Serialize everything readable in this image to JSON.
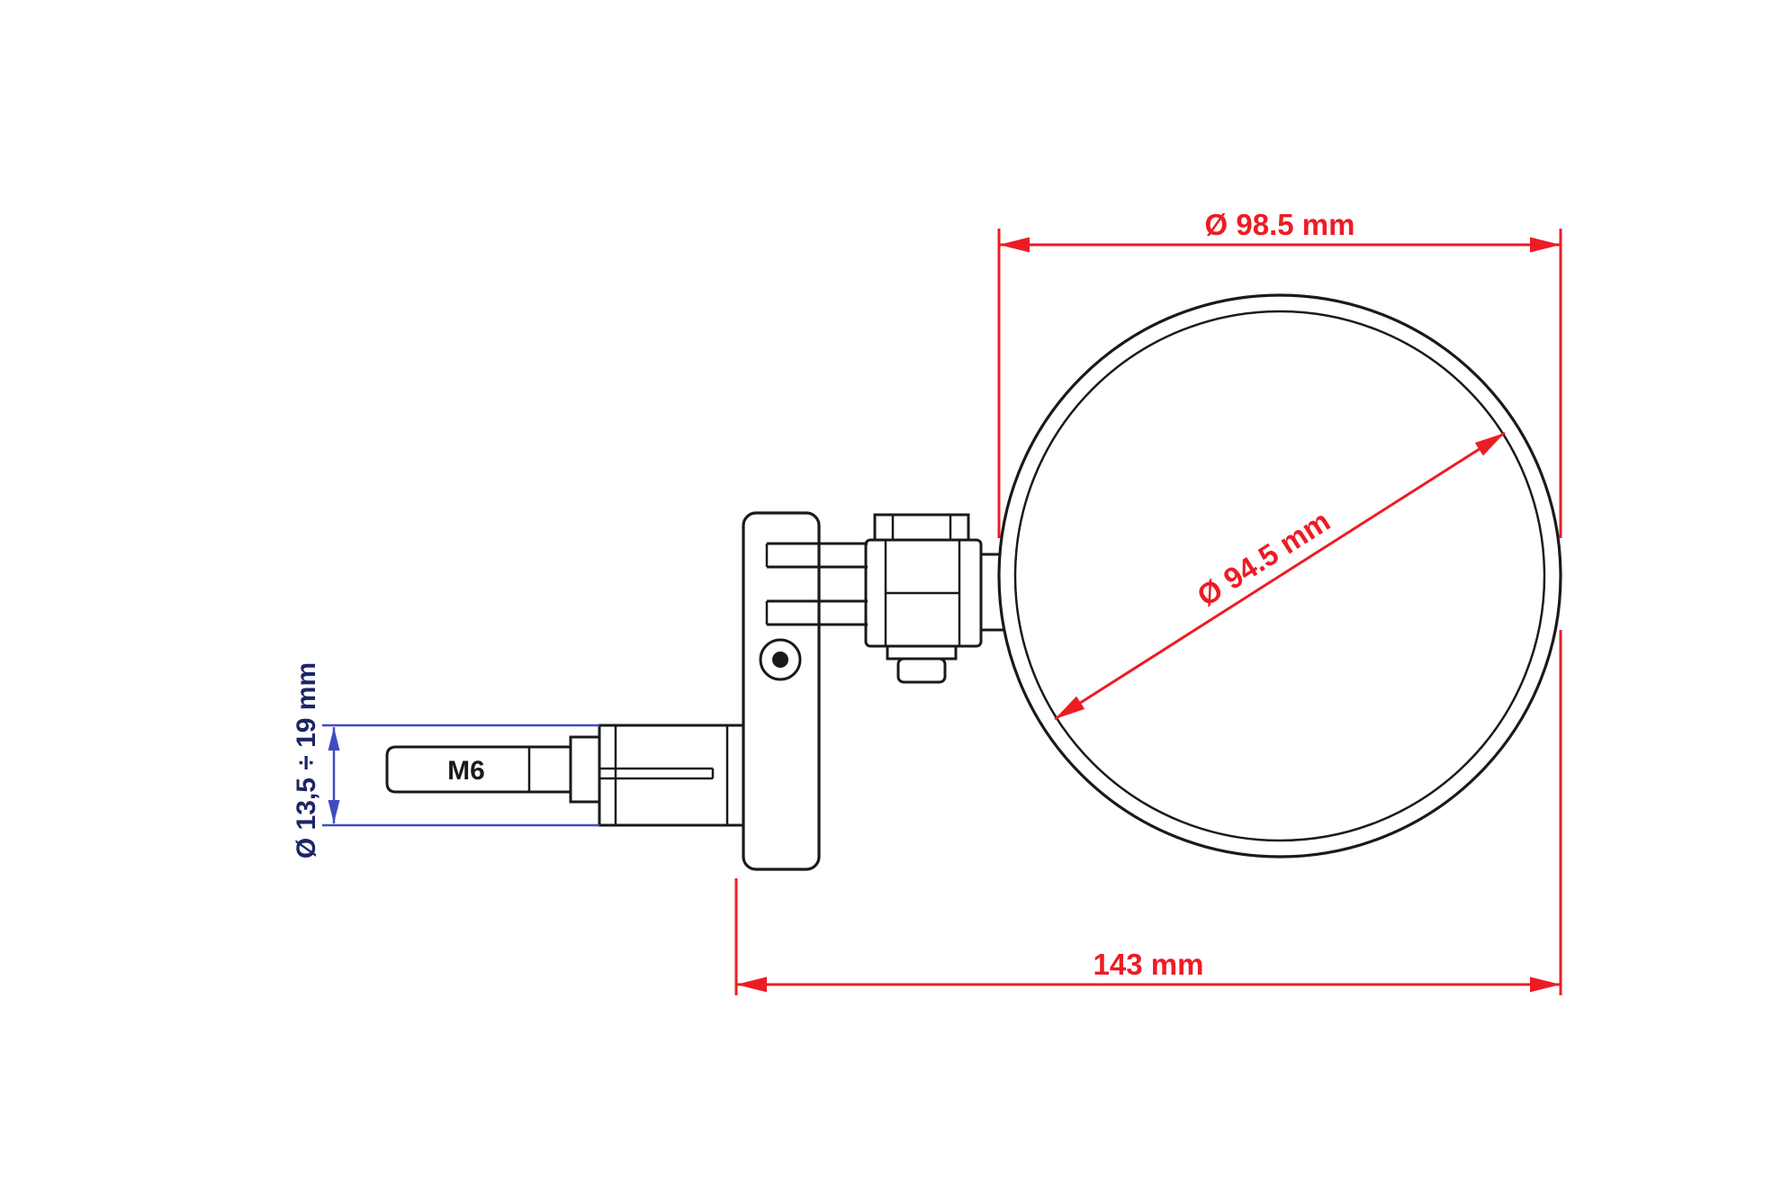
{
  "diagram": {
    "type": "technical-drawing",
    "colors": {
      "dimension_red": "#ed1c24",
      "dimension_blue": "#3f4cc0",
      "blue_text": "#1c2566",
      "line_black": "#1a1a1a",
      "background": "#ffffff"
    },
    "labels": {
      "outer_diameter": "Ø 98.5 mm",
      "glass_diameter": "Ø 94.5 mm",
      "total_length": "143 mm",
      "clamp_range": "Ø 13,5 ÷ 19 mm",
      "thread": "M6"
    },
    "values": {
      "outer_diameter_mm": 98.5,
      "glass_diameter_mm": 94.5,
      "total_length_mm": 143,
      "clamp_range_min_mm": 13.5,
      "clamp_range_max_mm": 19,
      "thread": "M6"
    }
  }
}
